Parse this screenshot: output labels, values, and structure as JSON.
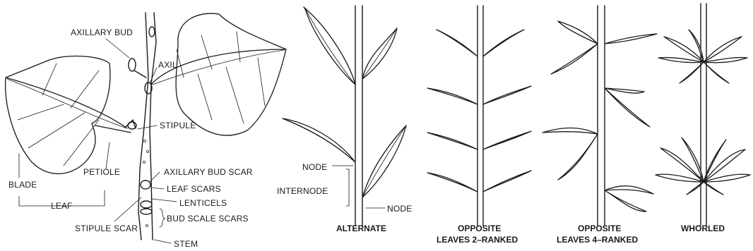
{
  "labels": {
    "axillary_bud": "AXILLARY BUD",
    "axil": "AXIL",
    "stipule": "STIPULE",
    "blade": "BLADE",
    "petiole": "PETIOLE",
    "leaf": "LEAF",
    "axillary_bud_scar": "AXILLARY BUD SCAR",
    "leaf_scars": "LEAF SCARS",
    "lenticels": "LENTICELS",
    "bud_scale_scars": "BUD SCALE SCARS",
    "stipule_scar": "STIPULE SCAR",
    "stem": "STEM",
    "node_upper": "NODE",
    "internode": "INTERNODE",
    "node_lower": "NODE"
  },
  "captions": {
    "alternate": "ALTERNATE",
    "opposite_2_line1": "OPPOSITE",
    "opposite_2_line2": "LEAVES 2–RANKED",
    "opposite_4_line1": "OPPOSITE",
    "opposite_4_line2": "LEAVES 4–RANKED",
    "whorled": "WHORLED"
  }
}
